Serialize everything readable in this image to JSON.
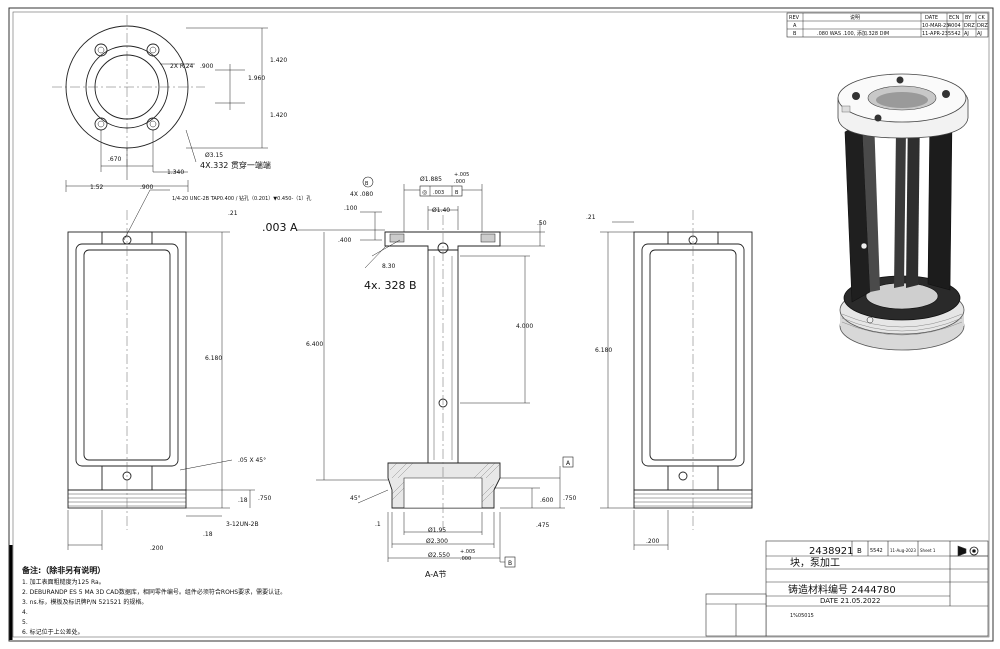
{
  "revision_table": {
    "headers": [
      "REV",
      "说明",
      "DATE",
      "ECN",
      "BY",
      "CK"
    ],
    "rows": [
      [
        "A",
        "",
        "10-MAR-23",
        "4004",
        "DRZ",
        "DRZ"
      ],
      [
        "B",
        ".080 WAS .100, 添加.328 DIM",
        "11-APR-23",
        "5542",
        "AJ",
        "AJ"
      ]
    ]
  },
  "top_view": {
    "hole_callout": "2X R.24",
    "dim_900_a": ".900",
    "dim_1960": "1.960",
    "dim_1420_top": "1.420",
    "dim_1420_bottom": "1.420",
    "dia_315": "Ø3.15",
    "thru_note": "4X.332 贯穿一端端",
    "dim_670": ".670",
    "dim_1340": "1.340",
    "dim_152": "1.52",
    "dim_900_b": ".900"
  },
  "left_view": {
    "tap_note": "1/4-20 UNC-2B TAP0.400 / 钻孔（0.201）▼0.450-（1）孔",
    "dim_21": ".21",
    "dim_6180": "6.180",
    "chamfer": ".05 X 45°",
    "dim_18_a": ".18",
    "dim_750": ".750",
    "thread": "3-12UN-2B",
    "dim_18_b": ".18",
    "dim_200": ".200"
  },
  "section_view": {
    "datum_a_label": ".003 A",
    "datum_b_label": "4x. 328 B",
    "callout_b_circle": "B",
    "dim_4x080": "4X .080",
    "dim_1885": "Ø1.885",
    "tol_plus": "+.005",
    "tol_minus": ".000",
    "gdt_symbol": "◎",
    "gdt_value": ".003",
    "gdt_datum": "B",
    "dim_100": ".100",
    "dim_140": "Ø1.40",
    "dim_50": ".50",
    "dim_400": ".400",
    "dim_830": "8.30",
    "dim_6400": "6.400",
    "dim_4000": "4.000",
    "datum_a_flag": "A",
    "dim_45": "45°",
    "dim_600": ".600",
    "dim_750": ".750",
    "dim_1": ".1",
    "dim_475": ".475",
    "dim_195": "Ø1.95",
    "dim_2300": "Ø2.300",
    "dim_2550": "Ø2.550",
    "tol2_plus": "+.005",
    "tol2_minus": ".000",
    "datum_b_flag": "B",
    "section_label": "A-A节"
  },
  "right_view": {
    "dim_21": ".21",
    "dim_6180": "6.180",
    "dim_200": ".200"
  },
  "notes": {
    "title": "备注:（除非另有说明）",
    "lines": [
      "1.  加工表面粗糙度为125 Ra。",
      "2.  DEBURANDP ES 5 MA 3D CAD数据库，相同零件编号。组件必须符合ROHS要求，需要认证。",
      "3.  ",
      "4.  ",
      "5.  ",
      "6.  标记位于上公差处。"
    ],
    "line3_a": "标",
    "line3_b": "，模板及标识牌P/N 521521 的规格。",
    "line3_c": "ns."
  },
  "title_block": {
    "part_no": "2438921",
    "rev": "B",
    "ecn": "5542",
    "date_small": "11-Aug-2023",
    "sheet": "Sheet 1",
    "title": "块，泵加工",
    "material": "铸造材料编号 2444780",
    "date_line": "DATE 21.05.2022",
    "base_part": "1%05015"
  }
}
